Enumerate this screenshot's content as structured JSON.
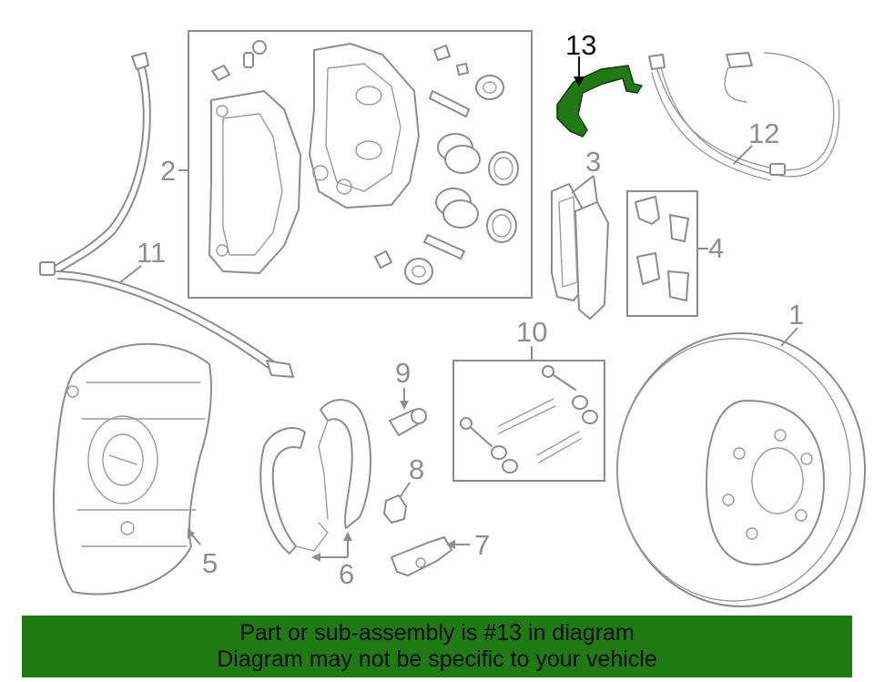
{
  "callouts": {
    "c1": "1",
    "c2": "2",
    "c3": "3",
    "c4": "4",
    "c5": "5",
    "c6": "6",
    "c7": "7",
    "c8": "8",
    "c9": "9",
    "c10": "10",
    "c11": "11",
    "c12": "12",
    "c13": "13"
  },
  "highlight": {
    "part": "13",
    "color": "#1f7a14"
  },
  "banner": {
    "line1": "Part or sub-assembly is #13 in diagram",
    "line2": "Diagram may not be specific to your vehicle",
    "background": "#1f7a14"
  }
}
